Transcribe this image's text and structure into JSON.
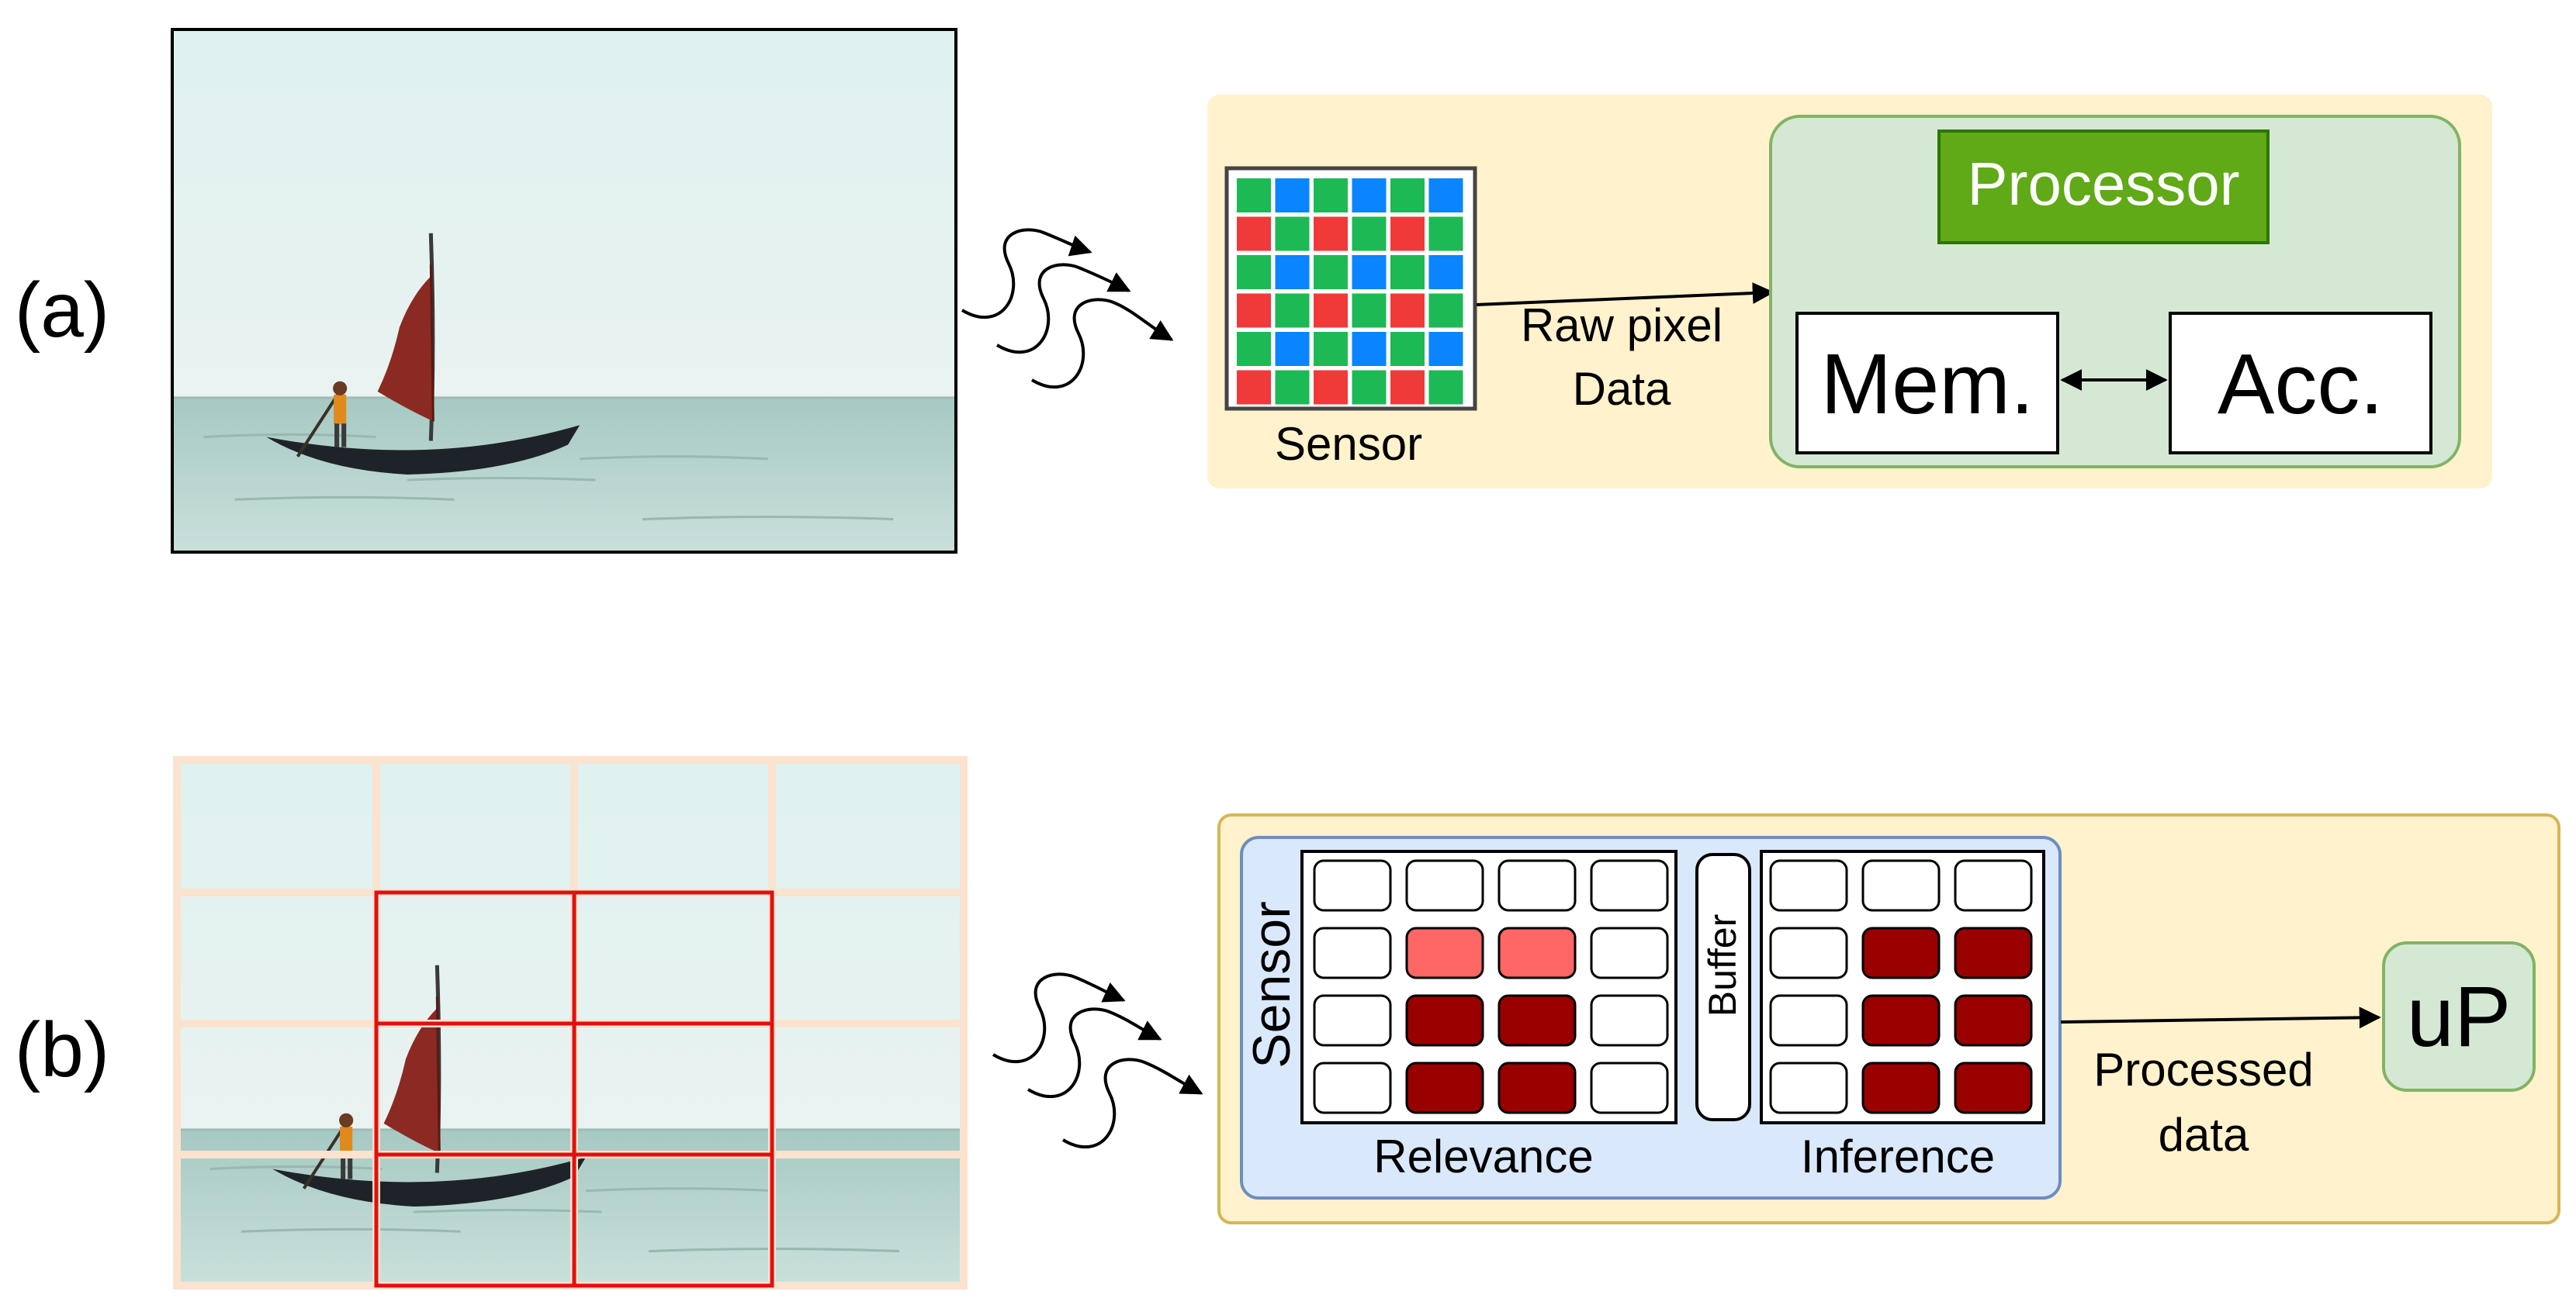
{
  "panel_a": {
    "label": "(a)",
    "sensor_label": "Sensor",
    "sensor_grid": [
      [
        "green",
        "blue",
        "green",
        "blue",
        "green",
        "blue"
      ],
      [
        "red",
        "green",
        "red",
        "green",
        "red",
        "green"
      ],
      [
        "green",
        "blue",
        "green",
        "blue",
        "green",
        "blue"
      ],
      [
        "red",
        "green",
        "red",
        "green",
        "red",
        "green"
      ],
      [
        "green",
        "blue",
        "green",
        "blue",
        "green",
        "blue"
      ],
      [
        "red",
        "green",
        "red",
        "green",
        "red",
        "green"
      ]
    ],
    "arrow_label_line1": "Raw pixel",
    "arrow_label_line2": "Data",
    "processor_label": "Processor",
    "memory_label": "Mem.",
    "accelerator_label": "Acc."
  },
  "panel_b": {
    "label": "(b)",
    "sensor_label": "Sensor",
    "buffer_label": "Buffer",
    "relevance_label": "Relevance",
    "inference_label": "Inference",
    "relevance_grid": [
      [
        "empty",
        "empty",
        "empty",
        "empty"
      ],
      [
        "empty",
        "light",
        "light",
        "empty"
      ],
      [
        "empty",
        "dark",
        "dark",
        "empty"
      ],
      [
        "empty",
        "dark",
        "dark",
        "empty"
      ]
    ],
    "inference_grid": [
      [
        "empty",
        "empty",
        "empty"
      ],
      [
        "empty",
        "dark",
        "dark"
      ],
      [
        "empty",
        "dark",
        "dark"
      ],
      [
        "empty",
        "dark",
        "dark"
      ]
    ],
    "arrow_label_line1": "Processed",
    "arrow_label_line2": "data",
    "up_label": "uP"
  },
  "colors": {
    "pixel_green": "#1db954",
    "pixel_blue": "#0a84ff",
    "pixel_red": "#f03a3a",
    "outer_yellow": "#fff2cc",
    "processor_box": "#d5e8d4",
    "processor_header": "#60a917",
    "sensor_box_b": "#dae8fc",
    "cell_dark": "#990000",
    "cell_light": "#ff6666",
    "grid_overlay": "#fbe3d0",
    "roi": "#e01010"
  }
}
